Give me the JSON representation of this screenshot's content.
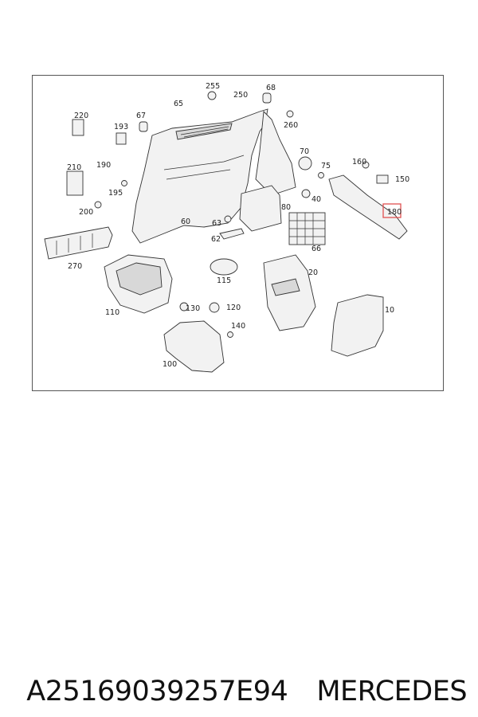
{
  "diagram": {
    "highlight_color": "#e05050",
    "highlighted_part": "180",
    "labels": {
      "p10": "10",
      "p20": "20",
      "p40": "40",
      "p60": "60",
      "p62": "62",
      "p63": "63",
      "p65": "65",
      "p66": "66",
      "p67": "67",
      "p68": "68",
      "p70": "70",
      "p75": "75",
      "p80": "80",
      "p100": "100",
      "p110": "110",
      "p115": "115",
      "p120": "120",
      "p130": "130",
      "p140": "140",
      "p150": "150",
      "p160": "160",
      "p180": "180",
      "p190": "190",
      "p193": "193",
      "p195": "195",
      "p200": "200",
      "p210": "210",
      "p220": "220",
      "p250": "250",
      "p255": "255",
      "p260": "260",
      "p270": "270"
    }
  },
  "footer": {
    "part_number": "A25169039257E94",
    "brand": "MERCEDES"
  }
}
